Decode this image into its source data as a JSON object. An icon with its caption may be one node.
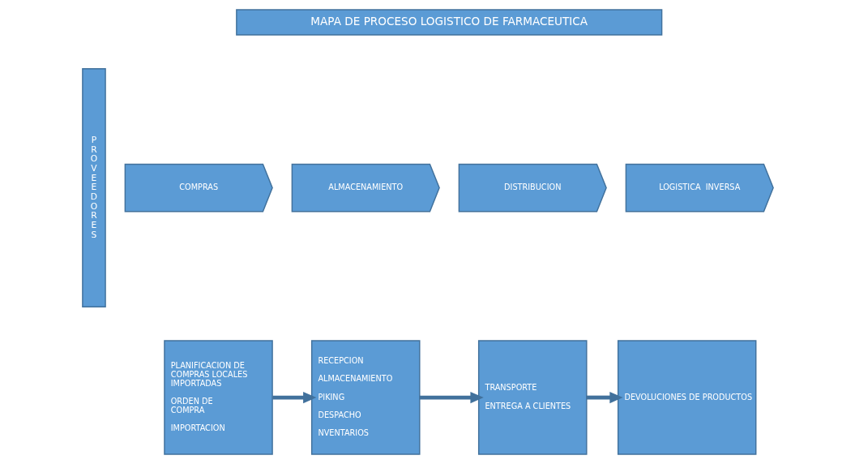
{
  "diagram": {
    "nodes": [
      {
        "text": [
          "MAPA DE PROCESO LOGISTICO DE FARMACEUTICA"
        ]
      },
      {
        "text": [
          "PROVEEDORES"
        ]
      },
      {
        "text": [
          "COMPRAS"
        ]
      },
      {
        "text": [
          "ALMACENAMIENTO"
        ]
      },
      {
        "text": [
          "DISTRIBUCION"
        ]
      },
      {
        "text": [
          "LOGISTICA  INVERSA"
        ]
      },
      {
        "text": [
          "PLANIFICACION DE COMPRAS LOCALES IMPORTADAS",
          "ORDEN DE COMPRA",
          "IMPORTACION"
        ]
      },
      {
        "text": [
          "RECEPCION",
          "ALMACENAMIENTO",
          "PIKING",
          "DESPACHO",
          "NVENTARIOS"
        ]
      },
      {
        "text": [
          "TRANSPORTE",
          "ENTREGA A CLIENTES"
        ]
      },
      {
        "text": [
          "DEVOLUCIONES DE PRODUCTOS"
        ]
      }
    ],
    "edges": [
      {
        "from": 6,
        "to": 7,
        "arrow": "to"
      },
      {
        "from": 7,
        "to": 8,
        "arrow": "to"
      },
      {
        "from": 8,
        "to": 9,
        "arrow": "to"
      }
    ]
  }
}
